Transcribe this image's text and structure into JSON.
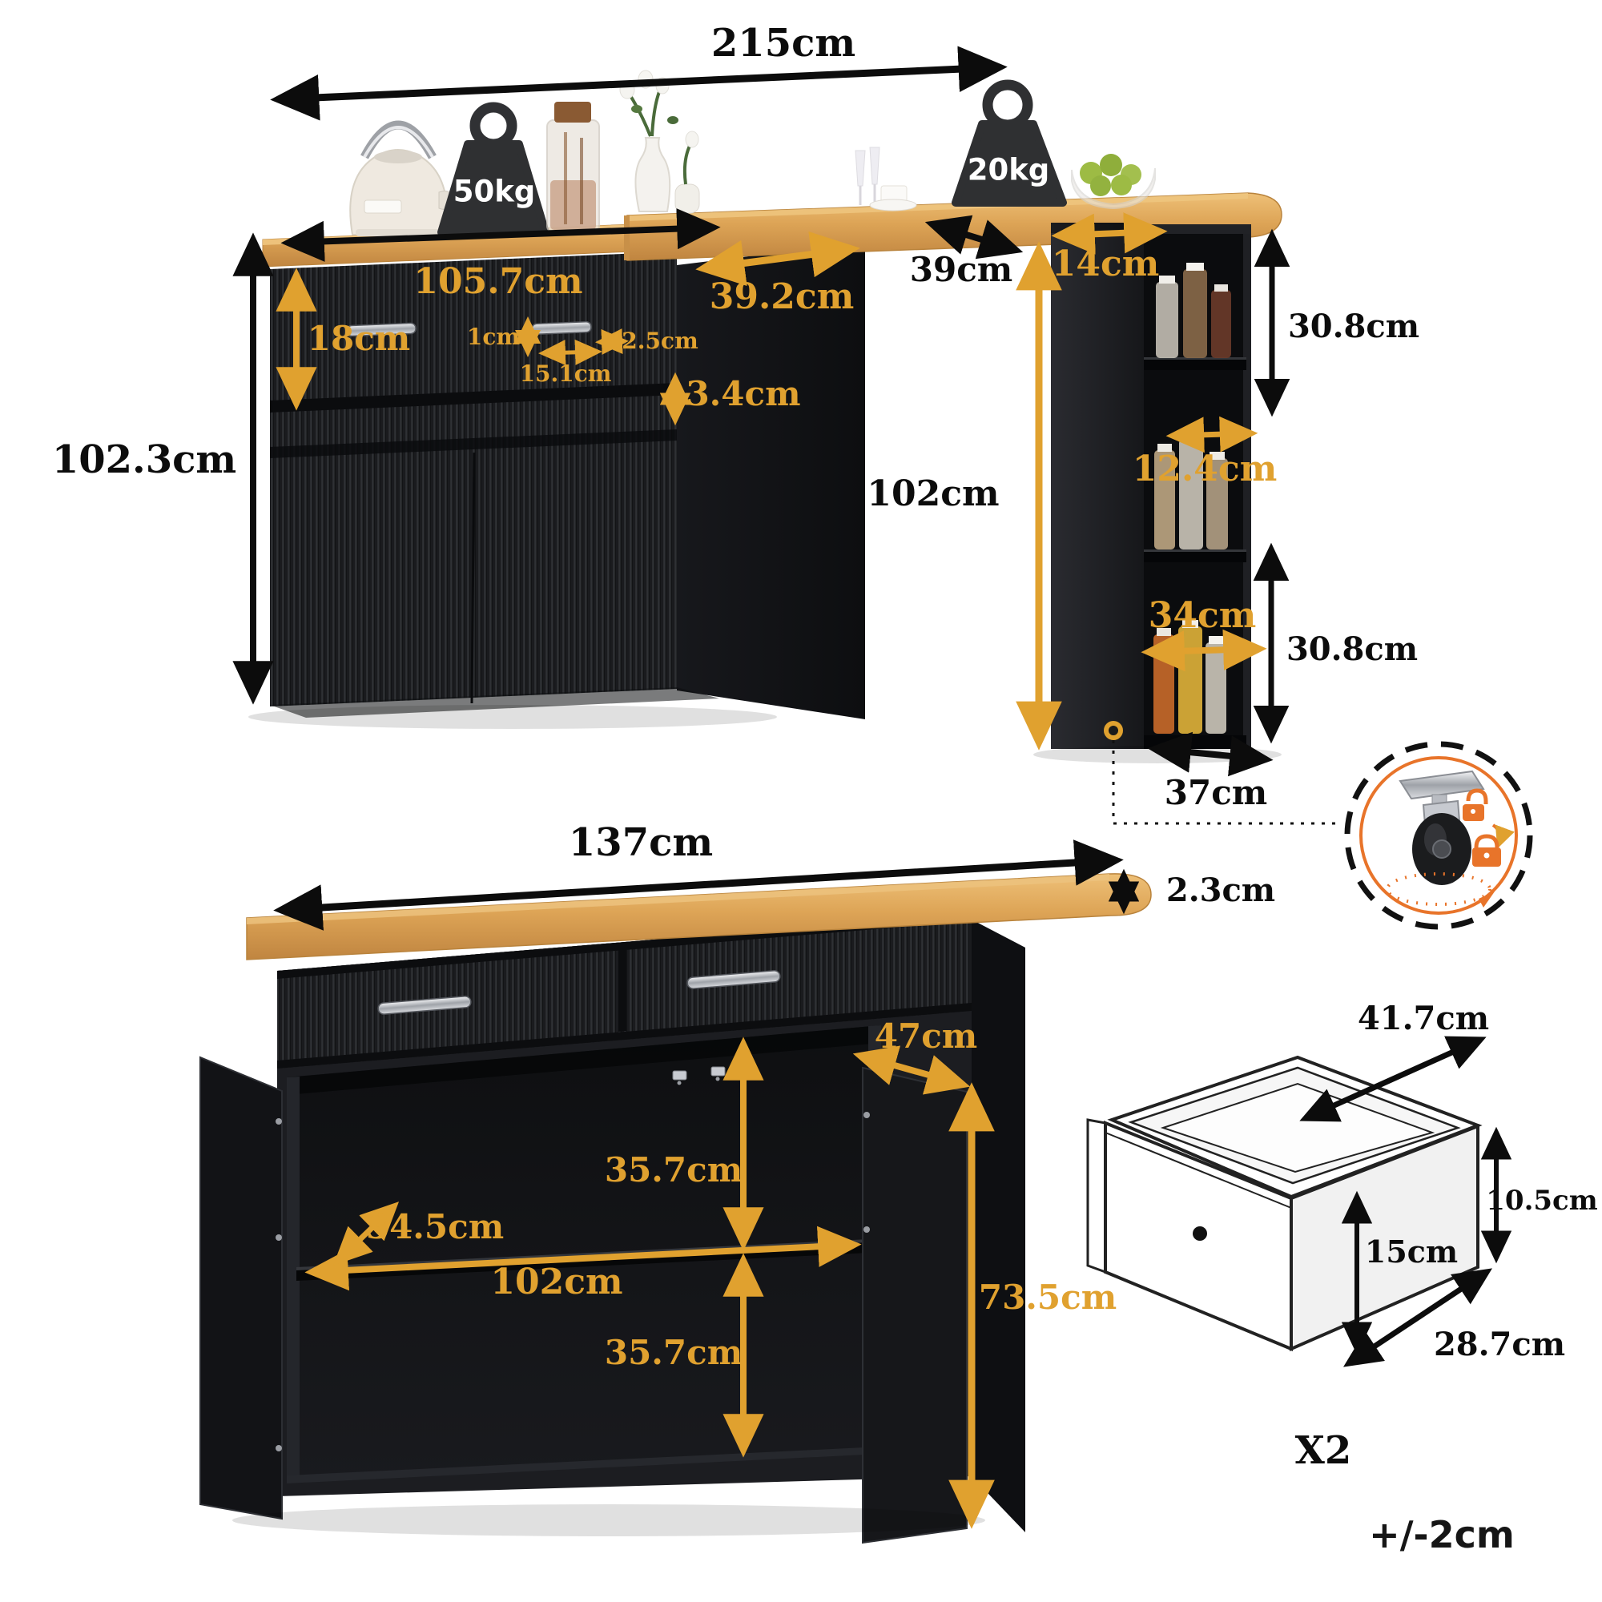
{
  "figure_top": {
    "title_width": "215cm",
    "load_left": "50kg",
    "load_right": "20kg",
    "island_width": "105.7cm",
    "island_depth": "39.2cm",
    "drawer_front_height": "18cm",
    "handle_gap": "1cm",
    "handle_depth": "2.5cm",
    "handle_width": "15.1cm",
    "gap_height": "3.4cm",
    "island_height": "102.3cm",
    "overhang": "39cm",
    "leg_width": "14cm",
    "bar_height": "102cm",
    "shelf_top": "30.8cm",
    "shelf_depth": "12.4cm",
    "shelf_mid": "34cm",
    "shelf_bottom": "30.8cm",
    "leg_depth": "37cm"
  },
  "figure_bottom": {
    "top_width": "137cm",
    "top_thickness": "2.3cm",
    "door_width": "47cm",
    "upper_height": "35.7cm",
    "diagonal": "34.5cm",
    "inner_width": "102cm",
    "lower_height": "35.7cm",
    "door_height": "73.5cm"
  },
  "drawer": {
    "width": "41.7cm",
    "side_height": "10.5cm",
    "front_height": "15cm",
    "depth": "28.7cm",
    "count": "X2"
  },
  "note_tolerance": "+/-2cm",
  "palette": {
    "accent_orange": "#E0A12F",
    "wood": "#DDA456",
    "cabinet_black": "#1B1C1F"
  }
}
